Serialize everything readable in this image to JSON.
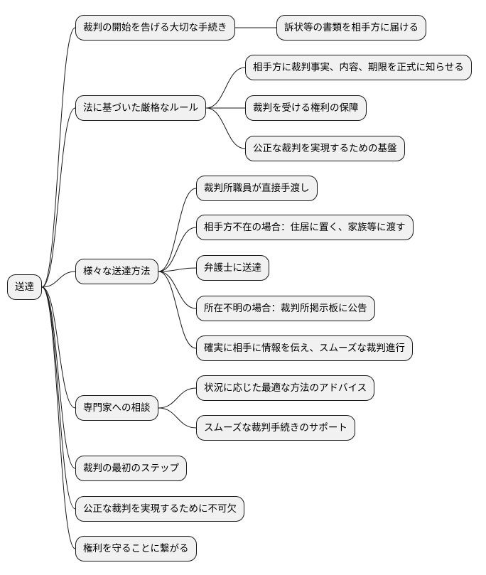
{
  "colors": {
    "node_fill": "#f1f1f1",
    "node_border": "#181818",
    "connector": "#181818"
  },
  "root": {
    "label": "送達"
  },
  "branches": [
    {
      "label": "裁判の開始を告げる大切な手続き",
      "children": [
        {
          "label": "訴状等の書類を相手方に届ける"
        }
      ]
    },
    {
      "label": "法に基づいた厳格なルール",
      "children": [
        {
          "label": "相手方に裁判事実、内容、期限を正式に知らせる"
        },
        {
          "label": "裁判を受ける権利の保障"
        },
        {
          "label": "公正な裁判を実現するための基盤"
        }
      ]
    },
    {
      "label": "様々な送達方法",
      "children": [
        {
          "label": "裁判所職員が直接手渡し"
        },
        {
          "label": "相手方不在の場合：住居に置く、家族等に渡す"
        },
        {
          "label": "弁護士に送達"
        },
        {
          "label": "所在不明の場合：裁判所掲示板に公告"
        },
        {
          "label": "確実に相手に情報を伝え、スムーズな裁判進行"
        }
      ]
    },
    {
      "label": "専門家への相談",
      "children": [
        {
          "label": "状況に応じた最適な方法のアドバイス"
        },
        {
          "label": "スムーズな裁判手続きのサポート"
        }
      ]
    },
    {
      "label": "裁判の最初のステップ",
      "children": []
    },
    {
      "label": "公正な裁判を実現するために不可欠",
      "children": []
    },
    {
      "label": "権利を守ることに繋がる",
      "children": []
    }
  ]
}
